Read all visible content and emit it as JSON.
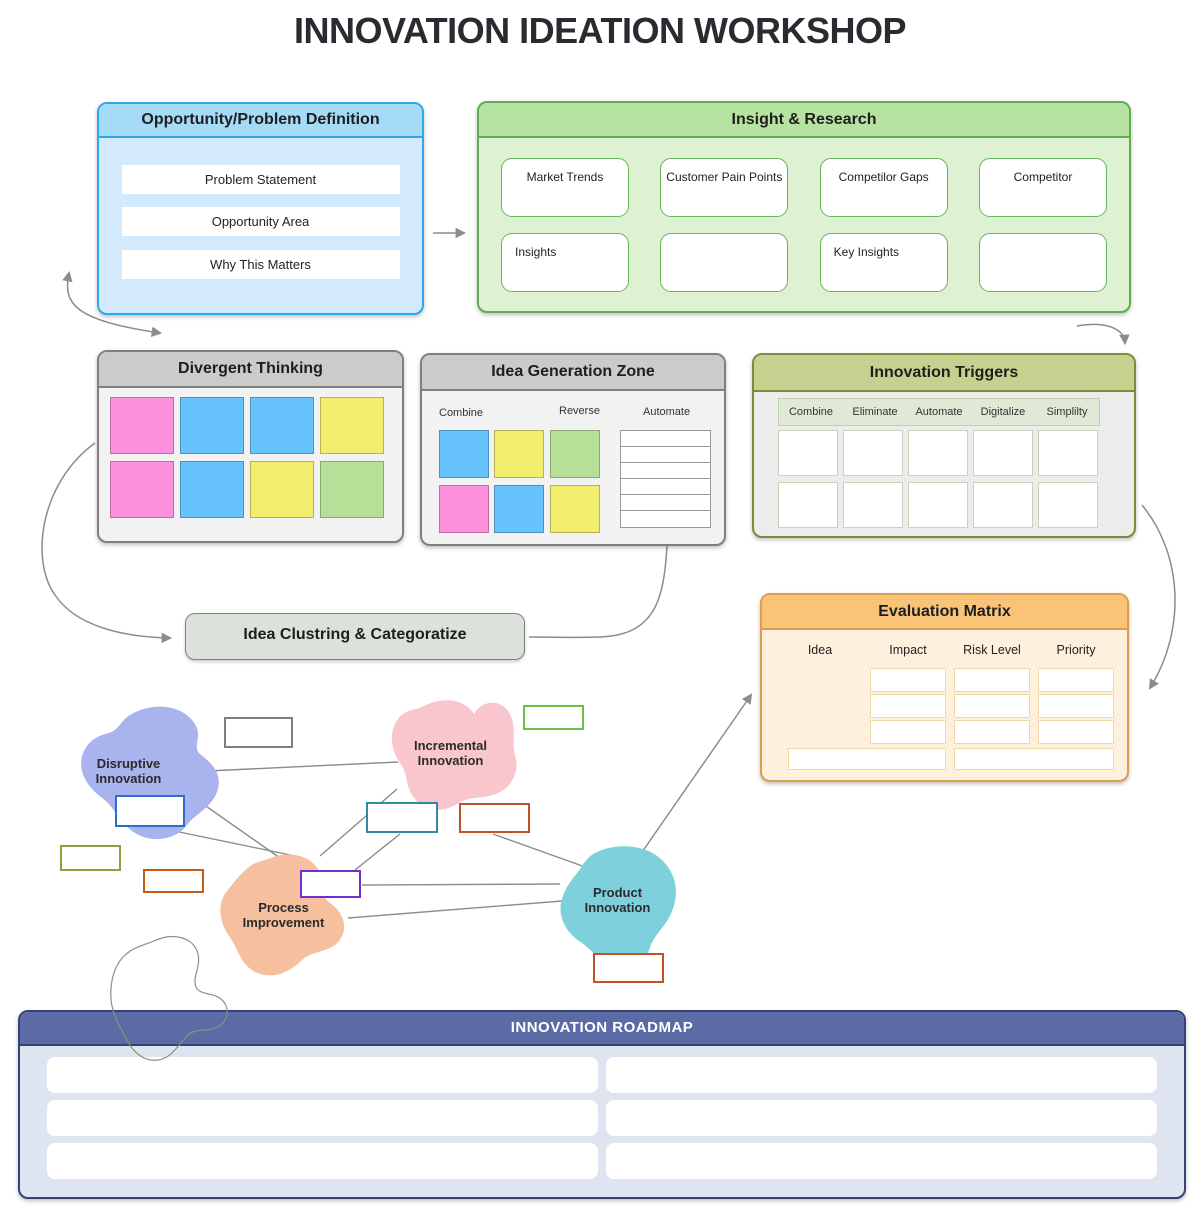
{
  "title": "INNOVATION IDEATION WORKSHOP",
  "colors": {
    "connector": "#8c8c8c",
    "blob_outline": "#8a9278"
  },
  "opportunity": {
    "title": "Opportunity/Problem Definition",
    "header_bg": "#a6dbf8",
    "border": "#2ea7ea",
    "body_bg": "#d3eafc",
    "rows": [
      "Problem Statement",
      "Opportunity Area",
      "Why This Matters"
    ]
  },
  "insight": {
    "title": "Insight & Research",
    "header_bg": "#b7e3a2",
    "border": "#5cae50",
    "body_bg": "#def2d3",
    "cards": [
      {
        "label": "Market Trends"
      },
      {
        "label": "Customer Pain Points"
      },
      {
        "label": "Competilor Gaps"
      },
      {
        "label": "Competitor"
      },
      {
        "label": "Insights"
      },
      {
        "label": ""
      },
      {
        "label": "Key Insights"
      },
      {
        "label": ""
      }
    ]
  },
  "divergent": {
    "title": "Divergent Thinking",
    "header_bg": "#cbcbcb",
    "border": "#7f7f7f",
    "body_bg": "#f2f2f3",
    "notes": [
      "#fc90dd",
      "#66c3fb",
      "#66c3fb",
      "#f0ee6c",
      "#fc90dd",
      "#66c3fb",
      "#f0ee6c",
      "#b6df97"
    ]
  },
  "idea_generation": {
    "title": "Idea Generation Zone",
    "header_bg": "#cbcbcb",
    "border": "#7f7f7f",
    "body_bg": "#f2f2f3",
    "columns": [
      "Combine",
      "Reverse",
      "Automate"
    ],
    "notes": [
      "#66c3fb",
      "#f0ee6c",
      "#b6df97",
      "#fc90dd",
      "#66c3fb",
      "#f0ee6c"
    ],
    "list_row_count": 6
  },
  "triggers": {
    "title": "Innovation Triggers",
    "header_bg": "#c6d190",
    "border": "#7c8c3a",
    "body_bg": "#ececec",
    "strip_bg": "#dfe9d5",
    "columns": [
      "Combine",
      "Eliminate",
      "Automate",
      "Digitalize",
      "Simplilty"
    ],
    "row_count": 2
  },
  "clustering": {
    "label": "Idea Clustring & Categoratize",
    "bg": "#dce2d9",
    "border": "#7f7f7f"
  },
  "evaluation": {
    "title": "Evaluation Matrix",
    "header_bg": "#f9c477",
    "border": "#dd9f4e",
    "body_bg": "#fdf1dd",
    "cell_border": "#f2d7a7",
    "columns": [
      "Idea",
      "Impact",
      "Risk Level",
      "Priority"
    ]
  },
  "blobs": [
    {
      "label": "Disruptive Innovation",
      "color": "#a9b3ed"
    },
    {
      "label": "Incremental Innovation",
      "color": "#f8c6cc"
    },
    {
      "label": "Process Improvement",
      "color": "#f6bf9e"
    },
    {
      "label": "Product Innovation",
      "color": "#7ed0dd"
    }
  ],
  "mini_rects": [
    {
      "border": "#7f7f7f"
    },
    {
      "border": "#6fbf44"
    },
    {
      "border": "#2a6fd0"
    },
    {
      "border": "#8aa33c"
    },
    {
      "border": "#c55a11"
    },
    {
      "border": "#2e8ca0"
    },
    {
      "border": "#c0522a"
    },
    {
      "border": "#7030d0"
    },
    {
      "border": "#bf5328"
    }
  ],
  "roadmap": {
    "title": "INNOVATION ROADMAP",
    "header_bg": "#5b6ba6",
    "border": "#344275",
    "body_bg": "#dee5f0",
    "row_count": 6
  }
}
